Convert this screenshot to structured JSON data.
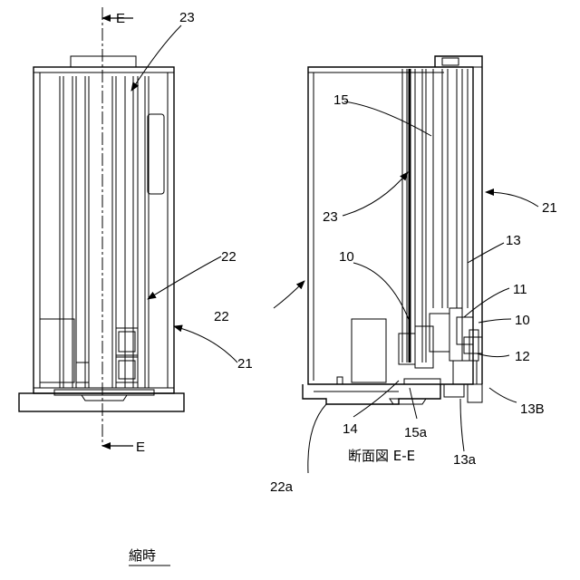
{
  "labels": {
    "section_e_top": "E",
    "section_e_bottom": "E",
    "left_23": "23",
    "left_22": "22",
    "left_21": "21",
    "right_15": "15",
    "right_23": "23",
    "right_21": "21",
    "right_13": "13",
    "right_10a": "10",
    "right_11": "11",
    "right_10b": "10",
    "right_12": "12",
    "right_22": "22",
    "right_14": "14",
    "right_15a": "15a",
    "right_13b": "13B",
    "right_13a": "13a",
    "right_22a": "22a"
  },
  "section_caption": "断面図 E-E",
  "state_caption": "縮時"
}
